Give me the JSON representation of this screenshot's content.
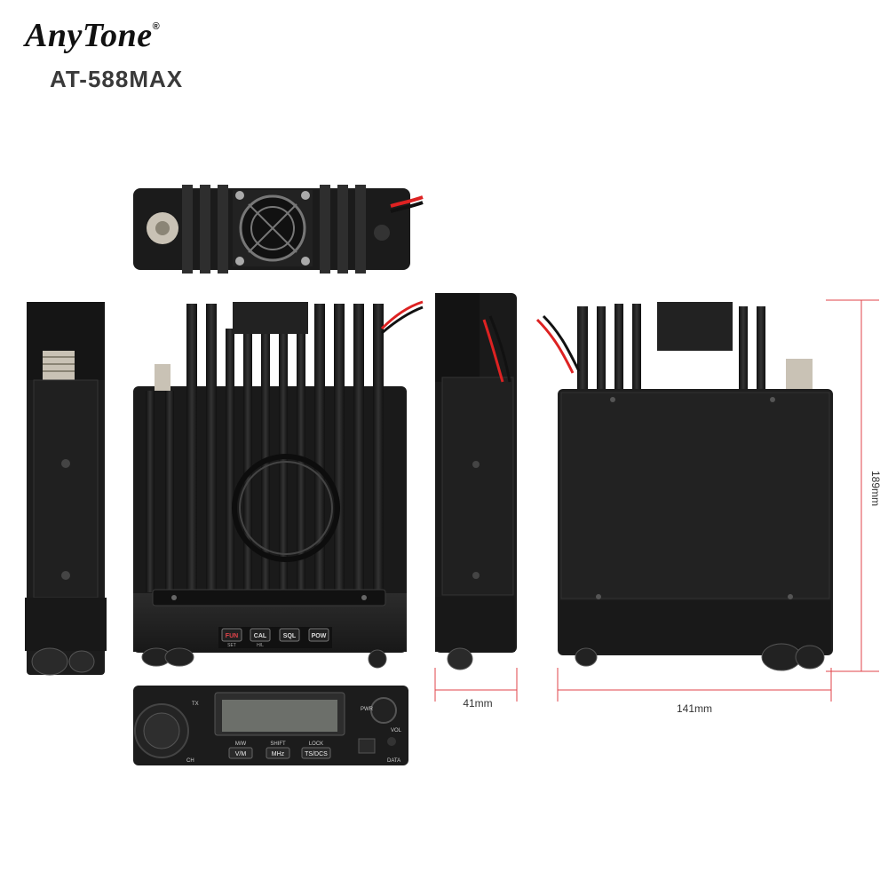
{
  "brand": {
    "logo": "AnyTone",
    "registered": "®",
    "model": "AT-588MAX"
  },
  "dimensions": {
    "height": "189mm",
    "width": "141mm",
    "depth": "41mm"
  },
  "front_panel": {
    "keys": [
      {
        "label": "FUN",
        "sub": "SET"
      },
      {
        "label": "CAL",
        "sub": "H/L"
      },
      {
        "label": "SQL",
        "sub": ""
      },
      {
        "label": "POW",
        "sub": ""
      }
    ],
    "bottom_keys": [
      {
        "top": "M/W",
        "label": "V/M"
      },
      {
        "top": "SHIFT",
        "label": "MHz"
      },
      {
        "top": "LOCK",
        "label": "TS/DCS"
      }
    ],
    "knob_labels": {
      "pwr": "PWR",
      "vol": "VOL",
      "data": "DATA",
      "ch": "CH",
      "tx": "TX"
    }
  },
  "colors": {
    "accent": "#e2434a",
    "body": "#1c1c1c",
    "fin": "#2a2a2a",
    "metal": "#c9c2b5"
  }
}
